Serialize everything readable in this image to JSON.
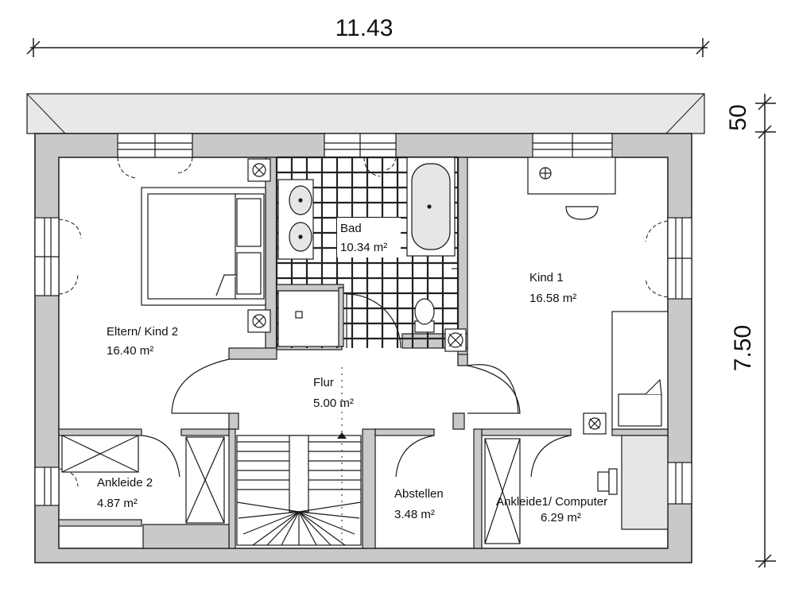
{
  "dimensions": {
    "width_total": "11.43",
    "depth_total": "7.50",
    "roof_overhang": "50"
  },
  "rooms": {
    "eltern": {
      "name": "Eltern/ Kind 2",
      "area": "16.40 m²"
    },
    "bad": {
      "name": "Bad",
      "area": "10.34 m²"
    },
    "kind1": {
      "name": "Kind 1",
      "area": "16.58 m²"
    },
    "flur": {
      "name": "Flur",
      "area": "5.00 m²"
    },
    "ankleide2": {
      "name": "Ankleide 2",
      "area": "4.87 m²"
    },
    "abstellen": {
      "name": "Abstellen",
      "area": "3.48 m²"
    },
    "ankleide1": {
      "name": "Ankleide1/ Computer",
      "area": "6.29 m²"
    }
  },
  "colors": {
    "wall": "#c9c9c9",
    "line": "#1a1a1a",
    "tile": "#222222",
    "fixture": "#e6e6e6"
  }
}
